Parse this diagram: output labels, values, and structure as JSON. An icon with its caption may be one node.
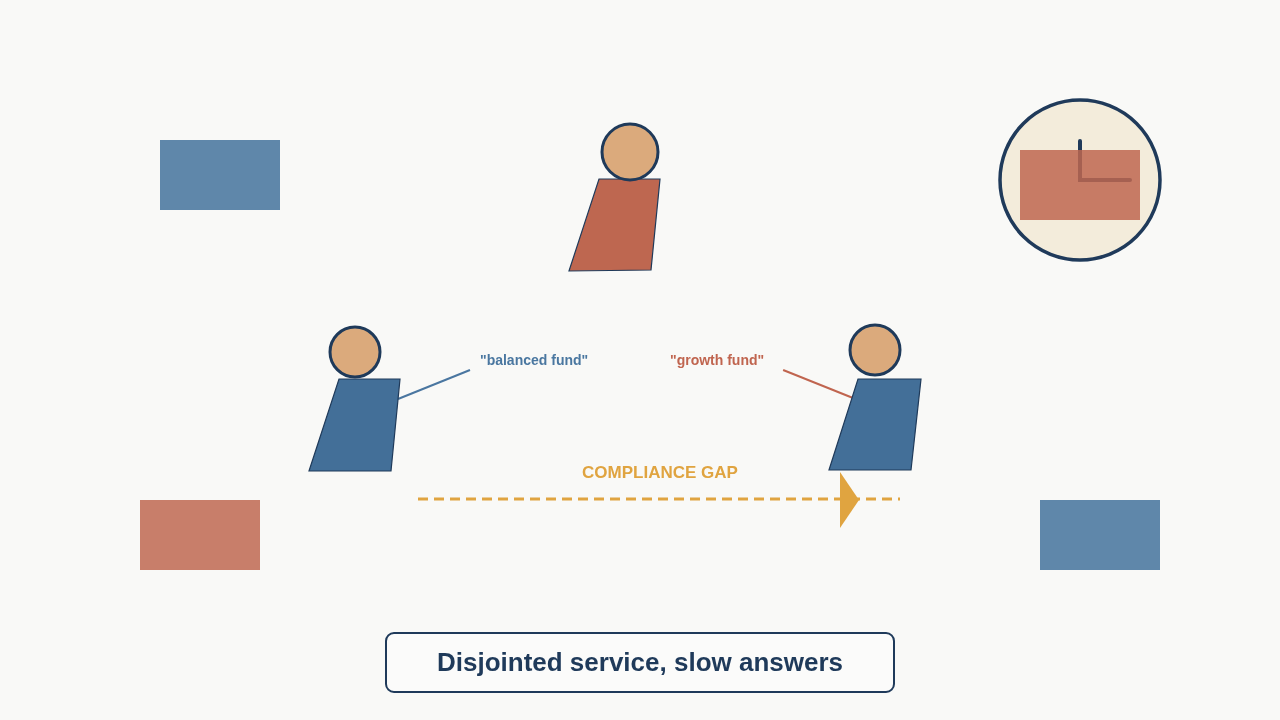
{
  "diagram": {
    "nodes": [
      {
        "text": [],
        "shape": "person"
      },
      {
        "text": [],
        "shape": "person"
      },
      {
        "text": [
          "\"balanced fund\""
        ]
      },
      {
        "text": [
          "\"growth fund\""
        ]
      },
      {
        "text": [],
        "shape": "person"
      },
      {
        "text": [
          "Disjointed service, slow answers"
        ]
      }
    ],
    "edges": [
      {
        "from": 2,
        "to": 1,
        "arrow": "none",
        "color": "#4a76a0"
      },
      {
        "from": 3,
        "to": 4,
        "arrow": "none",
        "color": "#c0654f"
      }
    ],
    "labels": [
      "COMPLIANCE GAP"
    ]
  }
}
